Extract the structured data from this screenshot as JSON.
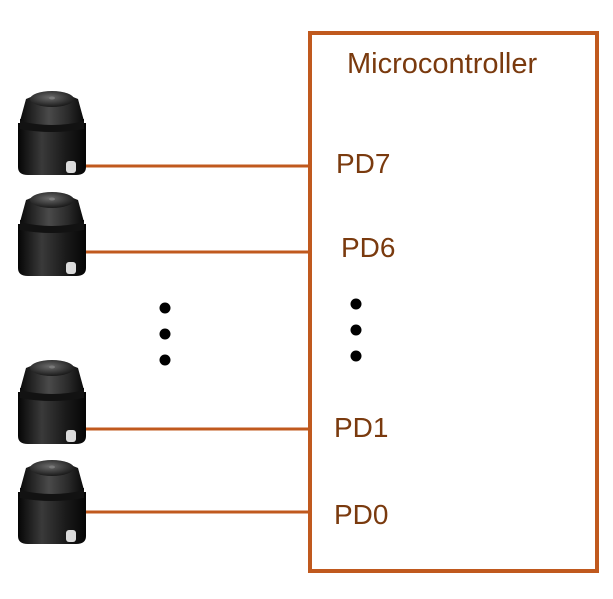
{
  "microcontroller": {
    "title": "Microcontroller"
  },
  "pins": [
    {
      "label": "PD7"
    },
    {
      "label": "PD6"
    },
    {
      "label": "PD1"
    },
    {
      "label": "PD0"
    }
  ],
  "colors": {
    "box_border": "#c0591e",
    "wire": "#c0591e",
    "label_text": "#7a3a0e",
    "button_body": "#1c1c1c",
    "ellipsis_dots": "#000000"
  },
  "icons": {
    "button": "push-button-icon",
    "ellipsis": "vertical-ellipsis-icon"
  }
}
